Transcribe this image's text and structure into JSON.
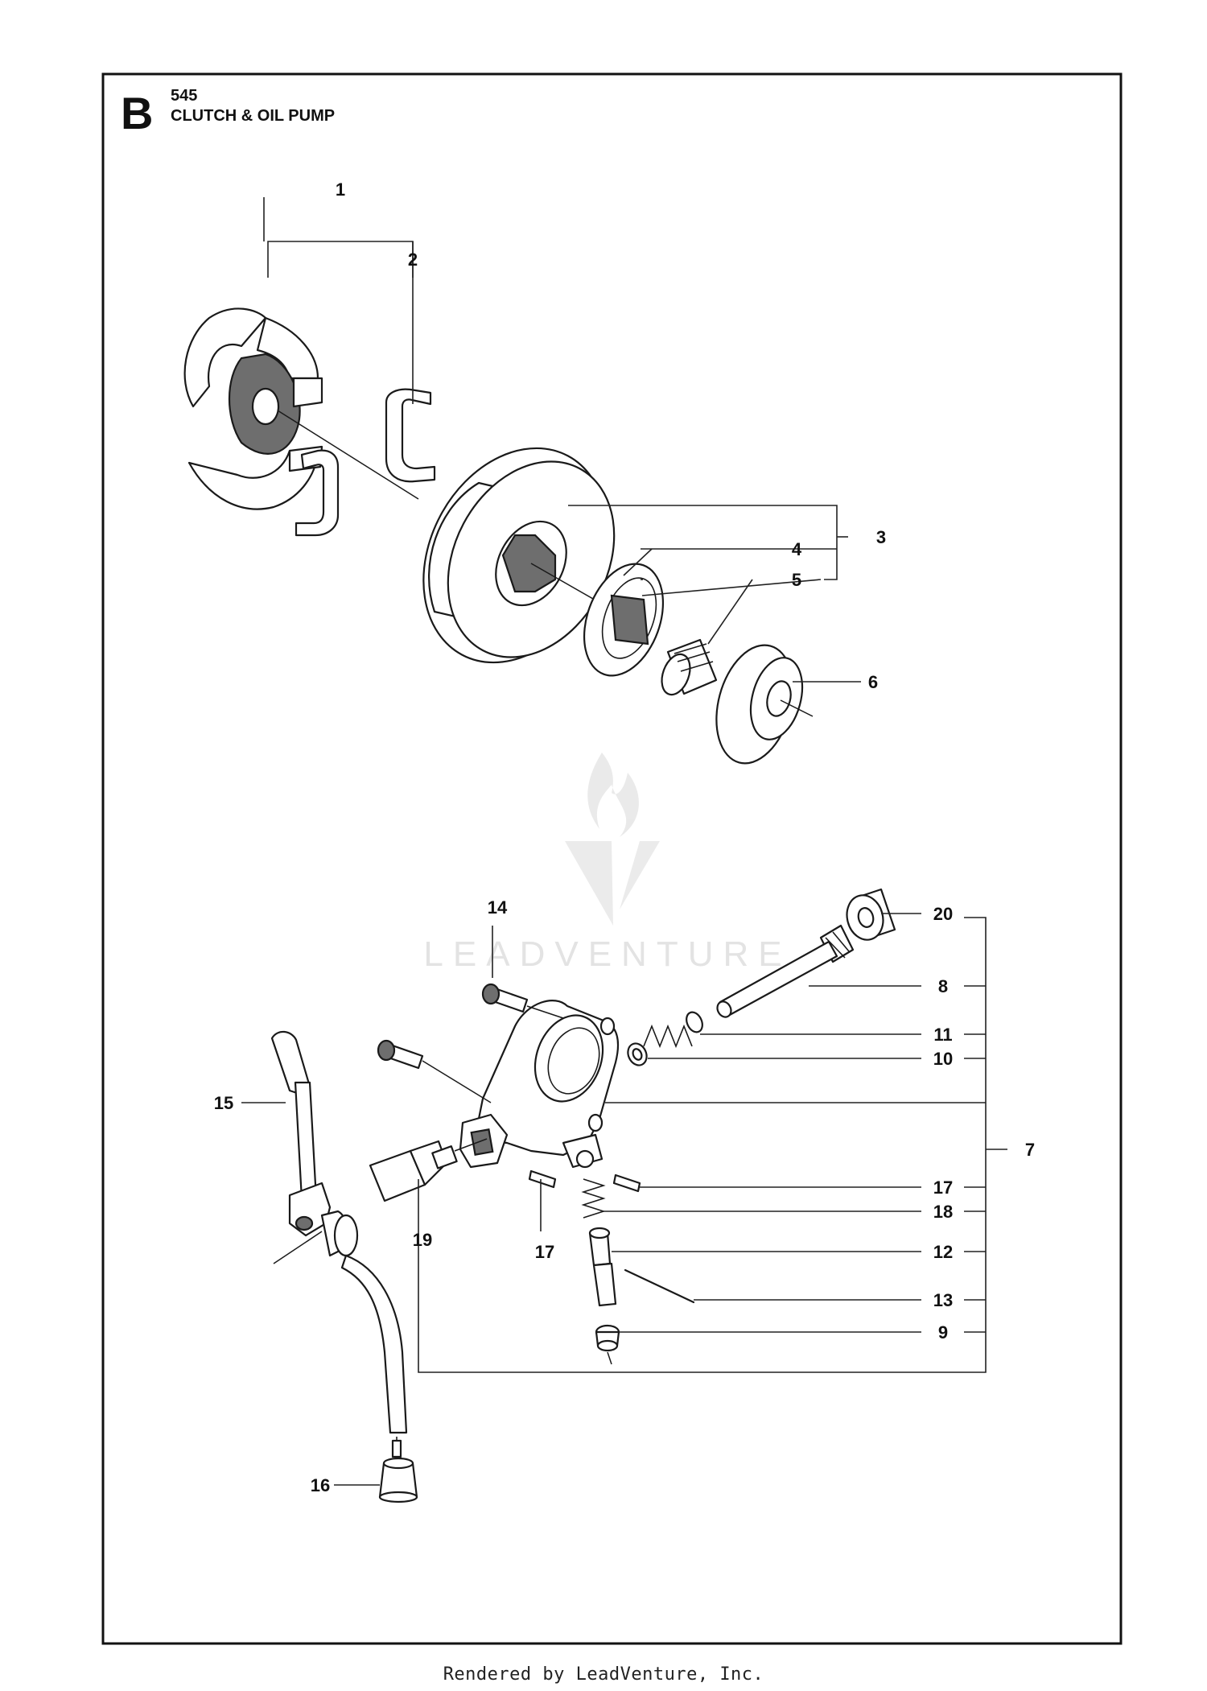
{
  "header": {
    "section_letter": "B",
    "model": "545",
    "title": "CLUTCH & OIL PUMP"
  },
  "watermark": {
    "text": "LEADVENTURE"
  },
  "callouts": {
    "c1": "1",
    "c2": "2",
    "c3": "3",
    "c4": "4",
    "c5": "5",
    "c6": "6",
    "c14": "14",
    "c20": "20",
    "c8": "8",
    "c11": "11",
    "c10": "10",
    "c7": "7",
    "c15": "15",
    "c17a": "17",
    "c17b": "17",
    "c18": "18",
    "c19": "19",
    "c12": "12",
    "c13": "13",
    "c9": "9",
    "c16": "16"
  },
  "footer": {
    "text": "Rendered by LeadVenture, Inc."
  },
  "colors": {
    "line": "#1a1a1a",
    "watermark": "#e6e6e6",
    "shade": "#6e6e6e"
  }
}
